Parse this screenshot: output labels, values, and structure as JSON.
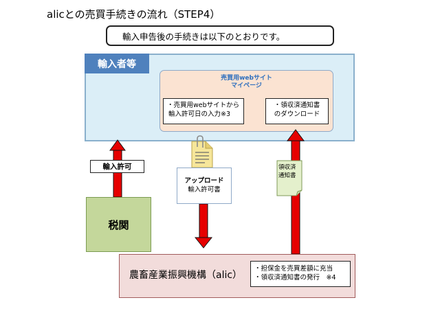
{
  "title": "alicとの売買手続きの流れ（STEP4）",
  "note": "輸入申告後の手続きは以下のとおりです。",
  "importer": {
    "label": "輸入者等"
  },
  "website": {
    "title_line1": "売買用webサイト",
    "title_line2": "マイページ",
    "box1_line1": "・売買用webサイトから",
    "box1_line2": "輸入許可日の入力※3",
    "box2_line1": "・領収済通知書",
    "box2_line2": "のダウンロード"
  },
  "customs": {
    "label": "税関"
  },
  "alic": {
    "label": "農畜産業振興機構（alic）",
    "box_line1": "・担保金を売買差額に充当",
    "box_line2": "・領収済通知書の発行　※4"
  },
  "arrows": {
    "permit_label": "輸入許可",
    "upload_line1": "アップロード",
    "upload_line2": "輸入許可書",
    "receipt_line1": "領収済",
    "receipt_line2": "通知書"
  },
  "colors": {
    "arrow": "#e60000",
    "importer_fill": "#dbeef7",
    "importer_label": "#4f81bd",
    "customs_fill": "#c4d79b",
    "alic_fill": "#f2dcdb",
    "website_fill": "#fbe3d2"
  }
}
